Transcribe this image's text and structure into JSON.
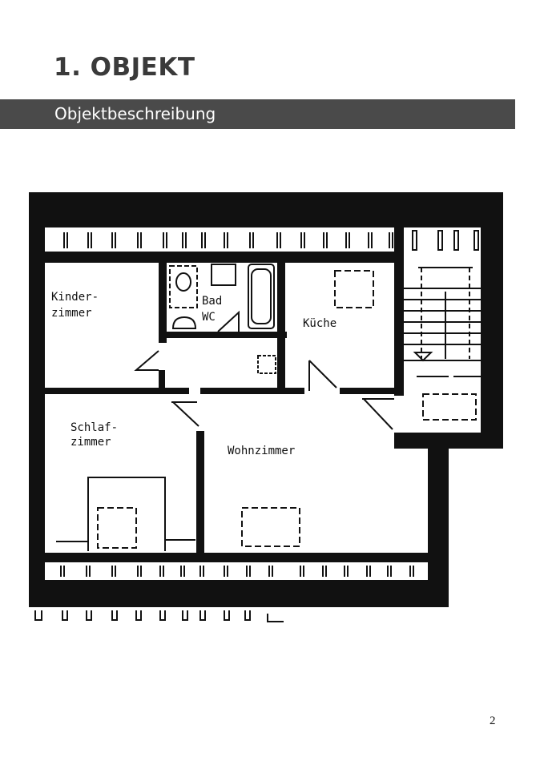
{
  "header": {
    "section_title": "1. OBJEKT",
    "subsection_title": "Objektbeschreibung",
    "bar_color": "#4a4a4a"
  },
  "floor_plan": {
    "rooms": {
      "kinderzimmer_line1": "Kinder-",
      "kinderzimmer_line2": "zimmer",
      "bad_line1": "Bad",
      "bad_line2": "WC",
      "kueche": "Küche",
      "schlafzimmer_line1": "Schlaf-",
      "schlafzimmer_line2": "zimmer",
      "wohnzimmer": "Wohnzimmer"
    }
  },
  "footer": {
    "page_number": "2"
  }
}
